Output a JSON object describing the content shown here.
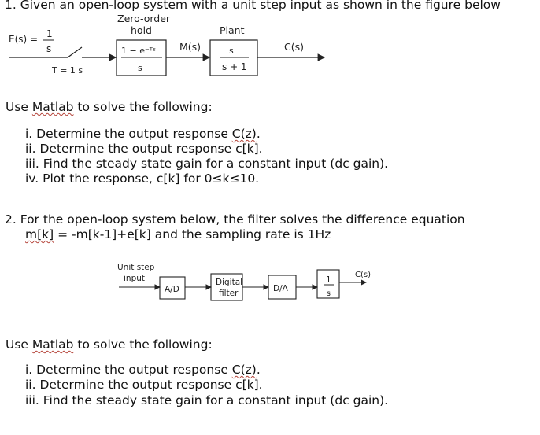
{
  "q1": {
    "prompt": "1.  Given an open-loop system with a unit step input as shown in the figure below",
    "diagram": {
      "input_label": "E(s) =",
      "input_num": "1",
      "input_den": "s",
      "sampler_label": "T = 1 s",
      "zoh_title_1": "Zero-order",
      "zoh_title_2": "hold",
      "zoh_num": "1 − e⁻ᵀˢ",
      "zoh_den": "s",
      "ms_label": "M(s)",
      "plant_title": "Plant",
      "plant_num": "s",
      "plant_den": "s + 1",
      "output_label": "C(s)"
    },
    "matlab_pre": "Use ",
    "matlab_word": "Matlab",
    "matlab_post": " to solve the following:",
    "items": [
      {
        "pre": "i.  Determine the output response ",
        "sq": "C(z)",
        "post": "."
      },
      {
        "pre": "ii.  Determine the output response c[k].",
        "sq": "",
        "post": ""
      },
      {
        "pre": "iii. Find the steady state gain for a constant input (dc gain).",
        "sq": "",
        "post": ""
      },
      {
        "pre": "iv. Plot the response, c[k] for 0≤k≤10.",
        "sq": "",
        "post": ""
      }
    ]
  },
  "q2": {
    "prompt": "2.  For the open-loop system below, the filter solves the difference equation",
    "eq_word": "m[k]",
    "eq_rest": " = -m[k-1]+e[k] and the sampling rate is 1Hz",
    "diagram": {
      "input_1": "Unit step",
      "input_2": "input",
      "ad": "A/D",
      "filter_1": "Digital",
      "filter_2": "filter",
      "da": "D/A",
      "int_num": "1",
      "int_den": "s",
      "output_label": "C(s)"
    },
    "matlab_pre": "Use ",
    "matlab_word": "Matlab",
    "matlab_post": " to solve the following:",
    "items": [
      {
        "pre": "i.  Determine the output response ",
        "sq": "C(z)",
        "post": "."
      },
      {
        "pre": "ii.  Determine the output response c[k].",
        "sq": "",
        "post": ""
      },
      {
        "pre": "iii. Find the steady state gain for a constant input (dc gain).",
        "sq": "",
        "post": ""
      }
    ]
  }
}
